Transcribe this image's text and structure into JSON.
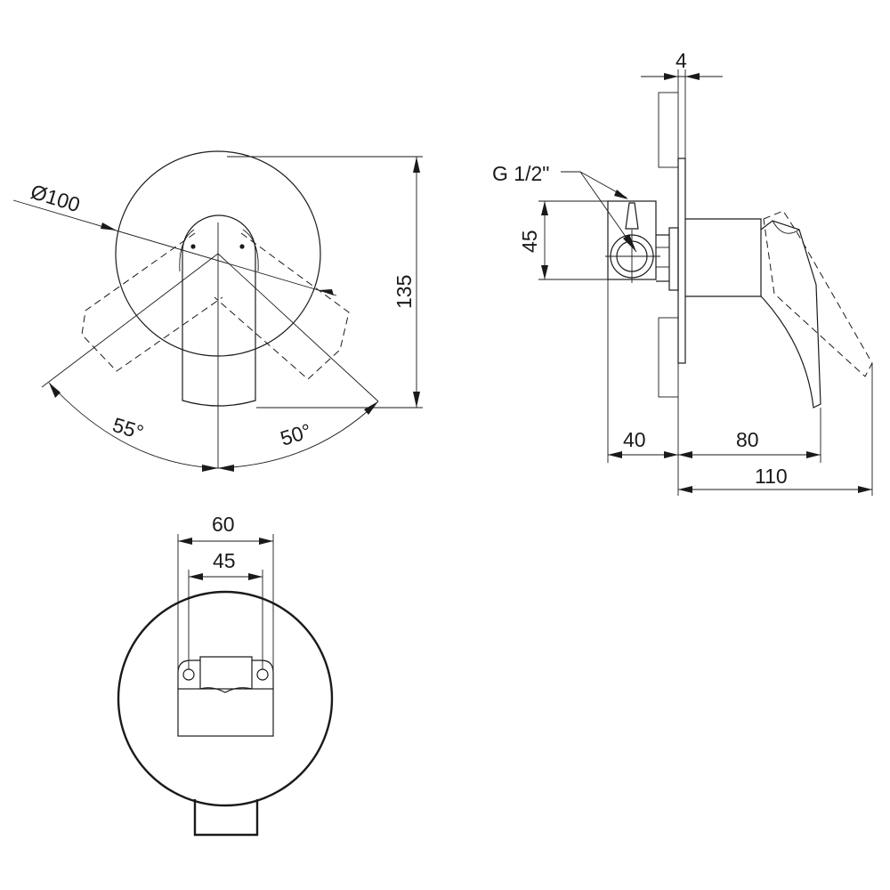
{
  "front_view": {
    "diameter": "Ø100",
    "height": "135",
    "angle_left": "55°",
    "angle_right": "50°"
  },
  "side_view": {
    "plate_thickness": "4",
    "thread": "G 1/2\"",
    "body_height": "45",
    "depth_wall": "40",
    "depth_front": "80",
    "depth_total": "110"
  },
  "bottom_view": {
    "outer_width": "60",
    "inner_width": "45"
  }
}
